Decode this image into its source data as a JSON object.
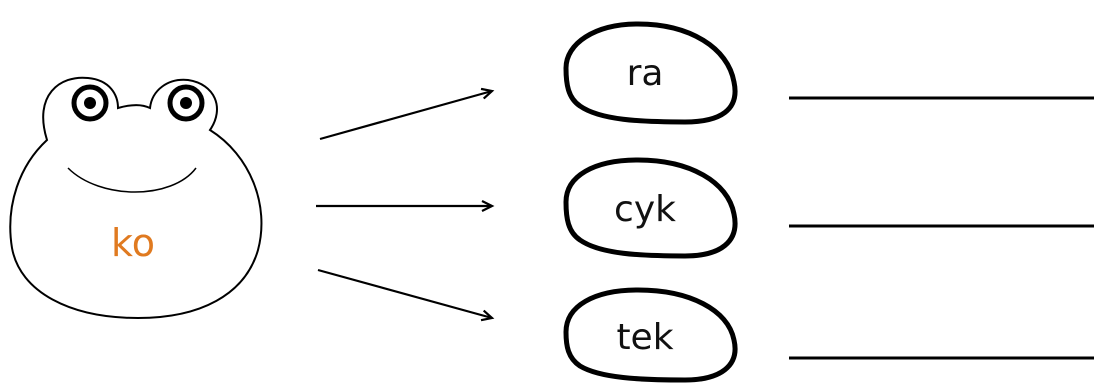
{
  "frog": {
    "syllable": "ko",
    "syllable_color": "#e07a20"
  },
  "syllables": [
    "ra",
    "cyk",
    "tek"
  ],
  "colors": {
    "stroke": "#000000",
    "background": "#ffffff"
  }
}
